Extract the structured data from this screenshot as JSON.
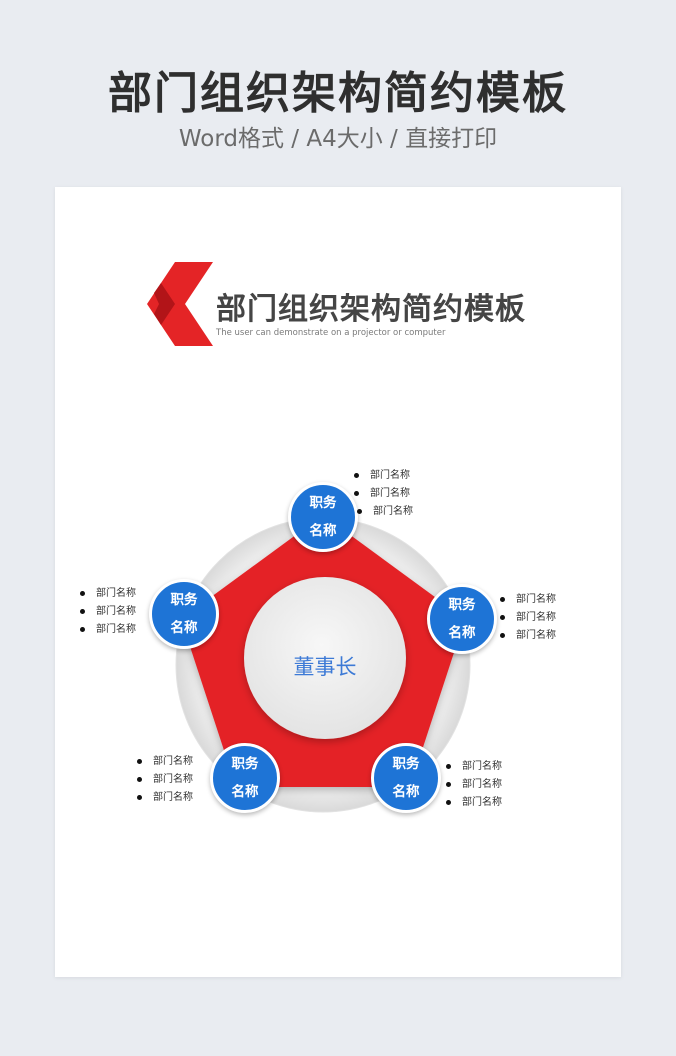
{
  "banner": {
    "title": "部门组织架构简约模板",
    "subtitle": "Word格式 / A4大小 / 直接打印"
  },
  "document": {
    "title": "部门组织架构简约模板",
    "subtitle": "The user can demonstrate on a projector or computer"
  },
  "colors": {
    "accent_red": "#e42426",
    "node_blue": "#1e74d6",
    "center_text": "#3d7ad6"
  },
  "org_chart": {
    "center": "董事长",
    "nodes": [
      {
        "line1": "职务",
        "line2": "名称",
        "departments": [
          "部门名称",
          "部门名称",
          "部门名称"
        ]
      },
      {
        "line1": "职务",
        "line2": "名称",
        "departments": [
          "部门名称",
          "部门名称",
          "部门名称"
        ]
      },
      {
        "line1": "职务",
        "line2": "名称",
        "departments": [
          "部门名称",
          "部门名称",
          "部门名称"
        ]
      },
      {
        "line1": "职务",
        "line2": "名称",
        "departments": [
          "部门名称",
          "部门名称",
          "部门名称"
        ]
      },
      {
        "line1": "职务",
        "line2": "名称",
        "departments": [
          "部门名称",
          "部门名称",
          "部门名称"
        ]
      }
    ]
  }
}
